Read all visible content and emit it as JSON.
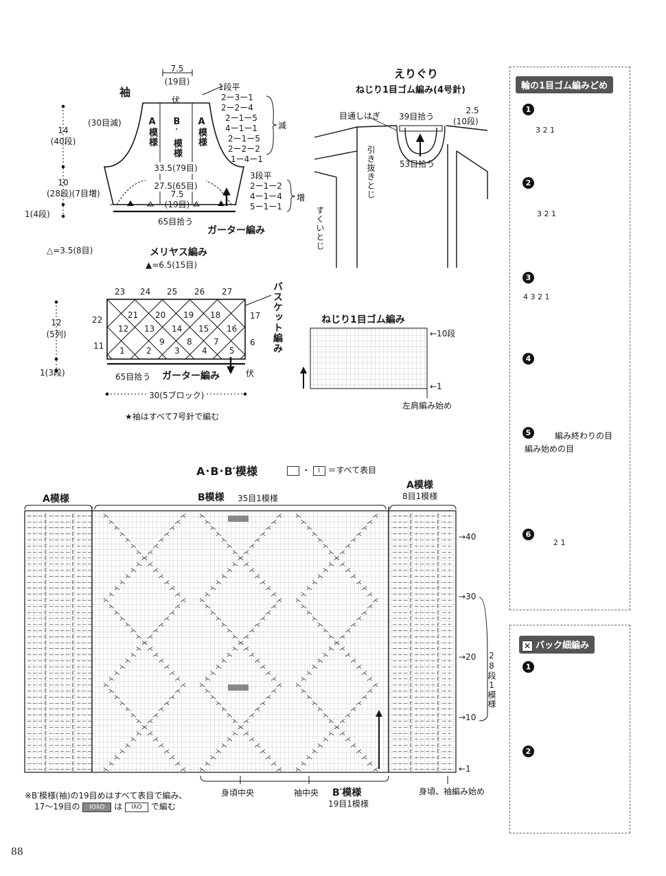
{
  "page_number": "88",
  "sleeve": {
    "title": "袖",
    "top_width": "7.5",
    "top_width_stitches": "(19目)",
    "cast_off": "伏",
    "decrease_label": "(30目減)",
    "a_pattern_label": "A模様",
    "b_prime_pattern_label": "B′模様",
    "decrease_rows": [
      "1段平",
      "2ー3ー1",
      "2ー2ー4",
      "2ー1ー5",
      "4ー1ー1",
      "2ー1ー5",
      "2ー2ー2",
      "1ー4ー1"
    ],
    "decrease_side_label": "減",
    "cap_height": "14",
    "cap_rows": "(40段)",
    "width_1": "33.5(79目)",
    "width_2": "27.5(65目)",
    "width_3": "7.5",
    "width_3_stitches": "(19目)",
    "body_height": "10",
    "body_rows": "(28段)(7目増)",
    "increase_rows": [
      "3段平",
      "2ー1ー2",
      "4ー1ー4",
      "5ー1ー1"
    ],
    "increase_side_label": "増",
    "edge_height": "1(4段)",
    "pick_up": "65目拾う",
    "garter": "ガーター編み",
    "triangle_open": "△=3.5(8目)",
    "triangle_filled": "▲=6.5(15目)",
    "stockinette": "メリヤス編み"
  },
  "basket": {
    "height": "12",
    "height_cols": "(5列)",
    "edge_height": "1(3段)",
    "side_label": "バスケット編み",
    "top_numbers": [
      "23",
      "24",
      "25",
      "26",
      "27"
    ],
    "row2_numbers": [
      "21",
      "20",
      "19",
      "18"
    ],
    "row3_numbers": [
      "12",
      "13",
      "14",
      "15",
      "16"
    ],
    "row4_numbers": [
      "9",
      "8",
      "7"
    ],
    "row5_numbers": [
      "1",
      "2",
      "3",
      "4",
      "5"
    ],
    "left_numbers": [
      "22",
      "11"
    ],
    "right_numbers": [
      "17",
      "6"
    ],
    "cast_off": "伏",
    "pick_up": "65目拾う",
    "garter": "ガーター編み",
    "width": "30(5ブロック)",
    "note": "★袖はすべて7号針で編む"
  },
  "neck": {
    "title": "えりぐり",
    "subtitle": "ねじり1目ゴム編み(4号針)",
    "label_kitchener": "目通しはぎ",
    "pick_back": "39目拾う",
    "side_width": "2.5",
    "side_stitches": "(10段)",
    "pick_front": "53目拾う",
    "slip_join": "引き抜きとじ",
    "mattress": "すくいとじ"
  },
  "twisted_rib": {
    "title": "ねじり1目ゴム編み",
    "row_top": "←10段",
    "row_bottom": "←1",
    "start": "左肩編み始め"
  },
  "main_chart": {
    "title": "A･B･B′模様",
    "legend_text": "＝すべて表目",
    "legend_sym": "Ⅰ",
    "legend_sep": "・",
    "a_left": "A模様",
    "b_label": "B模様",
    "b_repeat": "35目1模様",
    "a_right": "A模様",
    "a_repeat": "8目1模様",
    "row_marks": [
      "→40",
      "→30",
      "→20",
      "→10",
      "←1"
    ],
    "repeat_label": "28段1模様",
    "body_center": "身頃中央",
    "sleeve_center": "袖中央",
    "b_prime_label": "B′模様",
    "b_prime_repeat": "19目1模様",
    "start_label": "身頃、袖編み始め",
    "note_line1": "※B′模様(袖)の19目めはすべて表目で編み、",
    "note_line2_a": "17〜19目の",
    "note_line2_b": "は",
    "note_line2_c": "で編む",
    "note_sym_gray": "ⅠOλO",
    "note_sym_plain": "ⅠλO"
  },
  "bind_off_panel": {
    "title": "輪の1目ゴム編みどめ",
    "steps": [
      "1",
      "2",
      "3",
      "4",
      "5",
      "6"
    ],
    "step5_end": "編み終わりの目",
    "step5_start": "編み始めの目",
    "step_marks_1": [
      "3",
      "2",
      "1"
    ],
    "step_marks_2": [
      "3",
      "2",
      "1"
    ],
    "step_marks_3": [
      "4",
      "3",
      "2",
      "1"
    ],
    "step_marks_6": [
      "2",
      "1"
    ]
  },
  "back_crochet_panel": {
    "title": "バック細編み",
    "steps": [
      "1",
      "2"
    ]
  }
}
